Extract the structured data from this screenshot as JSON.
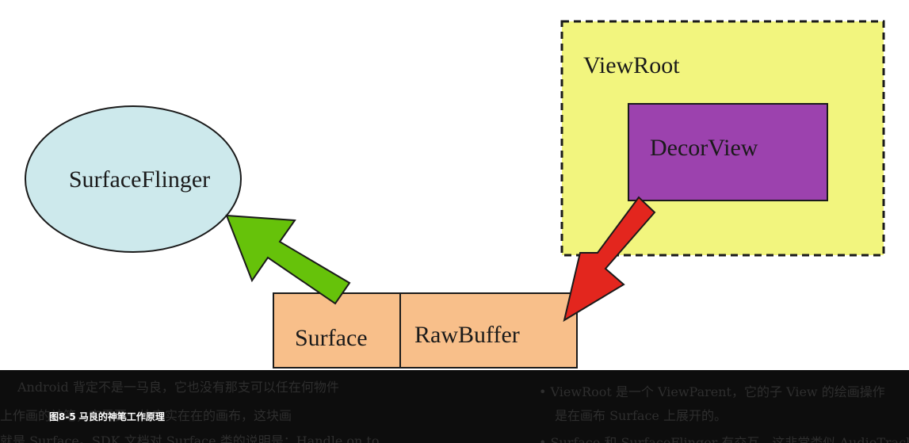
{
  "diagram": {
    "nodes": {
      "surfaceflinger": "SurfaceFlinger",
      "viewroot": "ViewRoot",
      "decorview": "DecorView",
      "surface": "Surface",
      "rawbuffer": "RawBuffer"
    },
    "colors": {
      "surfaceflinger_fill": "#cde9ec",
      "viewroot_fill": "#f2f57e",
      "decorview_fill": "#9c42ae",
      "buffer_fill": "#f8bf8a",
      "green_arrow": "#66c20a",
      "red_arrow": "#e3261e"
    }
  },
  "footer": {
    "caption": "图8-5  马良的神笔工作原理",
    "bg_lines": [
      "Android 背定不是一马良，它也没有那支可以任在何物件",
      "上作画的神笔，它需要一块实实在在的画布，这块画",
      "就是 Surface。SDK 文档对 Surface 类的说明是：Handle on to"
    ],
    "bg_right_lines": [
      "• ViewRoot 是一个 ViewParent，它的子 View 的绘画操作",
      "是在画布 Surface 上展开的。",
      "• Surface 和 SurfaceFlinger 有交互，这非常类似 AudioTrack"
    ]
  }
}
